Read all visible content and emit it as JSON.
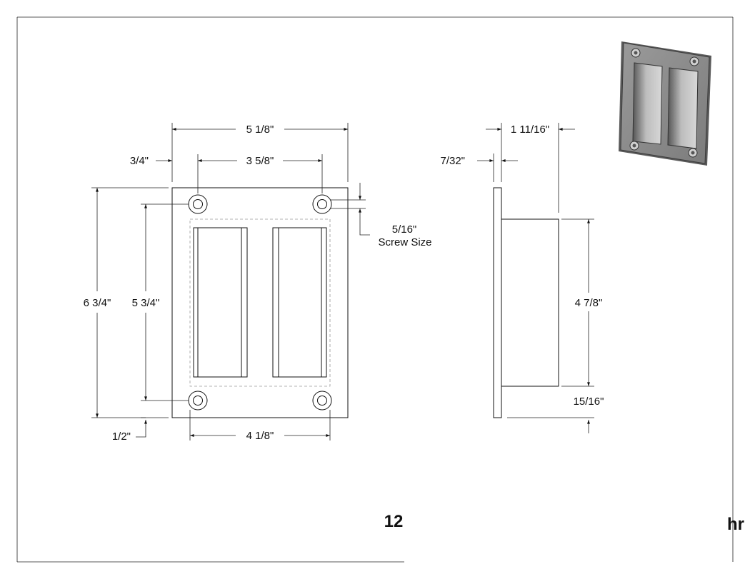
{
  "dimensions": {
    "overall_width": "5 1/8\"",
    "hole_inset_x": "3/4\"",
    "hole_spacing_top": "3 5/8\"",
    "overall_height": "6 3/4\"",
    "hole_spacing_vertical": "5 3/4\"",
    "screw_size": "5/16\"",
    "screw_size_label": "Screw Size",
    "bottom_inset": "1/2\"",
    "bottom_width": "4 1/8\"",
    "total_depth": "1 11/16\"",
    "plate_thickness": "7/32\"",
    "cup_height": "4 7/8\"",
    "cup_bottom_offset": "15/16\""
  },
  "footer": {
    "page_number": "12",
    "cut_text": "hr"
  },
  "icons": {
    "preview": "flush-pull-3d-render"
  }
}
